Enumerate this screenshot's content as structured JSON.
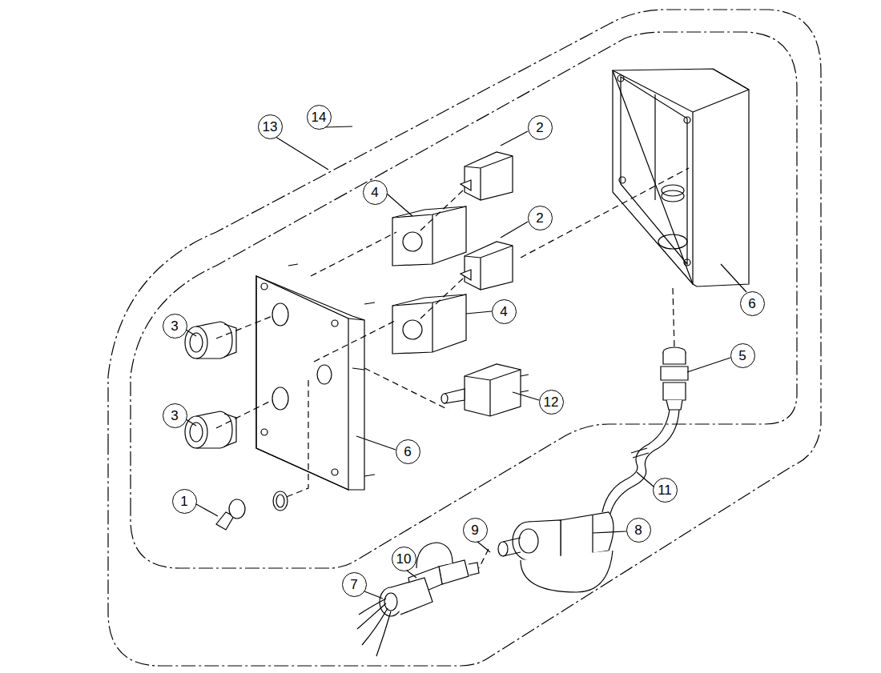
{
  "diagram": {
    "nodes": [
      {
        "text": [
          "14"
        ]
      },
      {
        "text": [
          "13"
        ]
      },
      {
        "text": [
          "2"
        ]
      },
      {
        "text": [
          "4"
        ]
      },
      {
        "text": [
          "2"
        ]
      },
      {
        "text": [
          "6"
        ]
      },
      {
        "text": [
          "4"
        ]
      },
      {
        "text": [
          "3"
        ]
      },
      {
        "text": [
          "5"
        ]
      },
      {
        "text": [
          "12"
        ]
      },
      {
        "text": [
          "6"
        ]
      },
      {
        "text": [
          "3"
        ]
      },
      {
        "text": [
          "11"
        ]
      },
      {
        "text": [
          "1"
        ]
      },
      {
        "text": [
          "9"
        ]
      },
      {
        "text": [
          "10"
        ]
      },
      {
        "text": [
          "8"
        ]
      },
      {
        "text": [
          "7"
        ]
      }
    ]
  }
}
